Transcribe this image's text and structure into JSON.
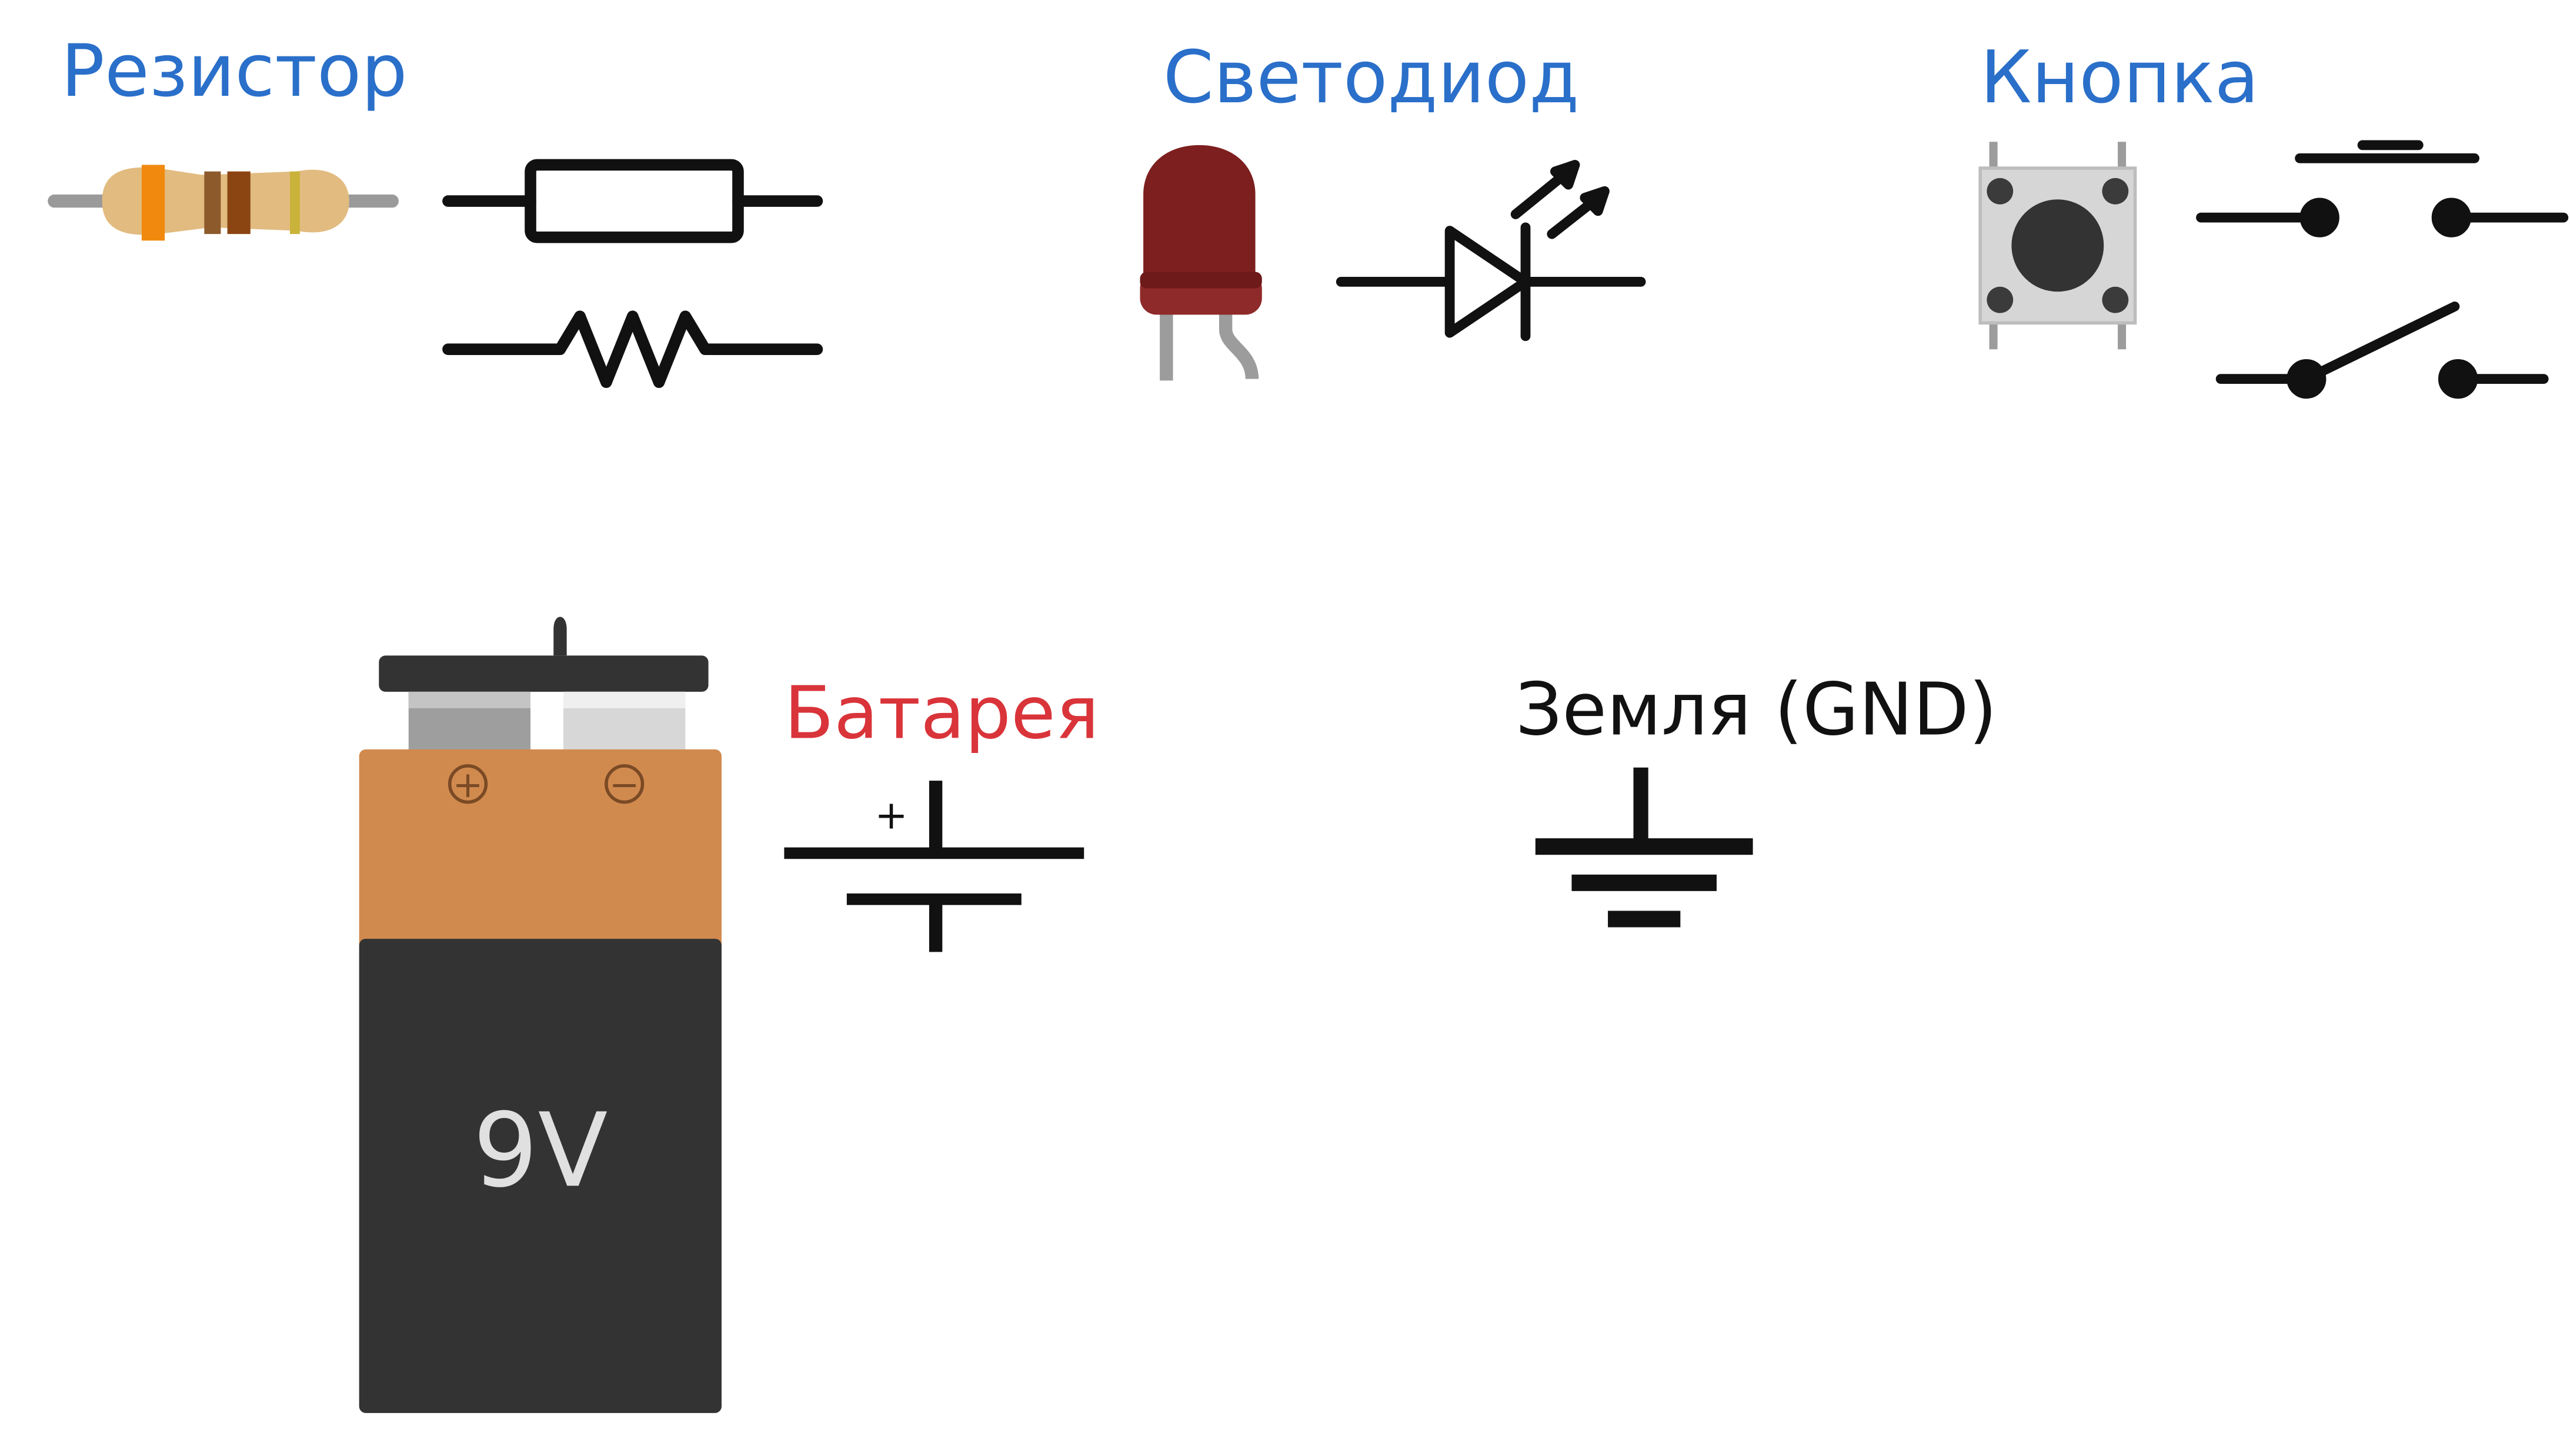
{
  "colors": {
    "label_blue": "#2a6fc9",
    "label_red": "#d9343a",
    "label_black": "#111111",
    "led_red": "#7d1f1f",
    "battery_orange": "#d18a4e",
    "battery_body": "#333333",
    "button_body": "#d6d6d6"
  },
  "components": {
    "resistor": {
      "label": "Резистор"
    },
    "led": {
      "label": "Светодиод"
    },
    "button": {
      "label": "Кнопка"
    },
    "battery": {
      "label": "Батарея",
      "voltage": "9V",
      "plus_sign": "+",
      "minus_sign": "−",
      "symbol_plus": "+"
    },
    "ground": {
      "label": "Земля (GND)"
    }
  }
}
